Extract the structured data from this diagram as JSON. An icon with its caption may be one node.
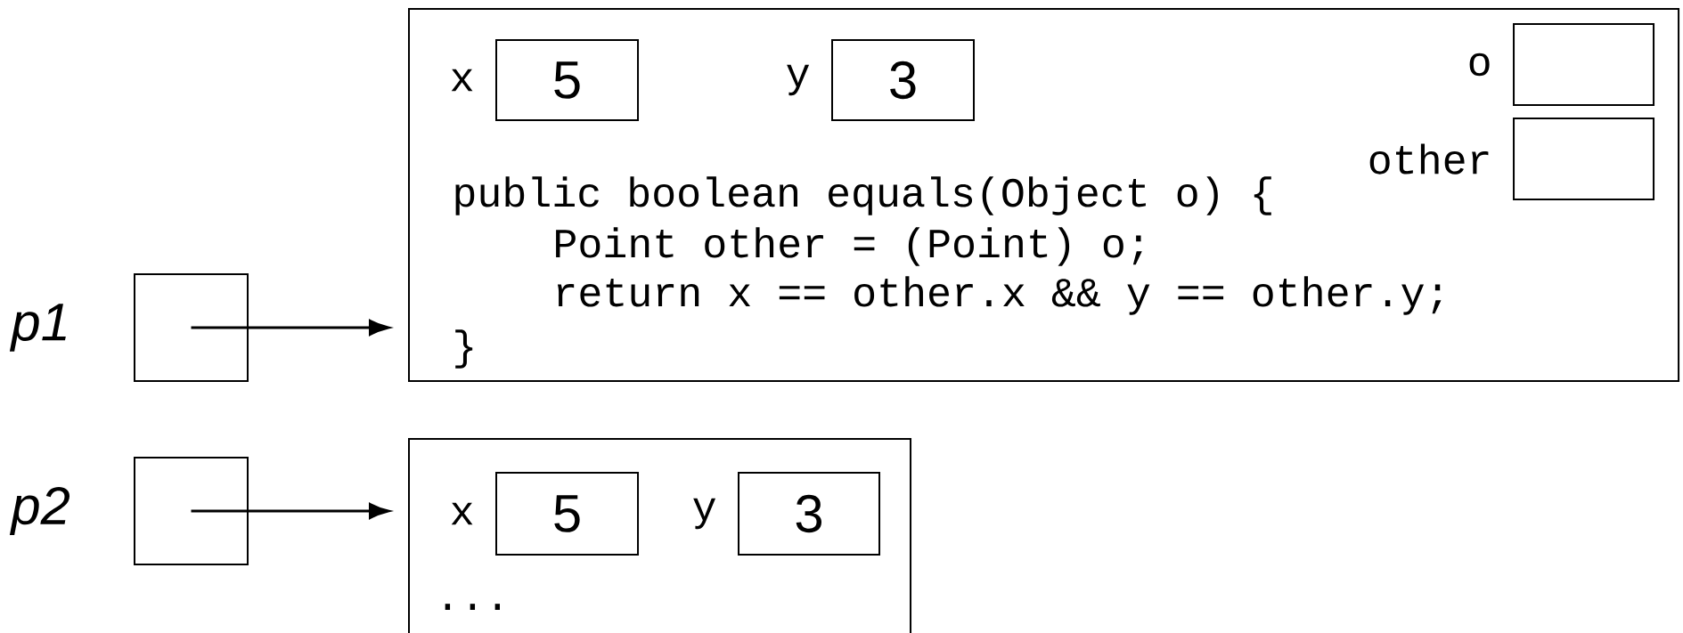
{
  "diagram": {
    "nodes": [
      {
        "text": [
          "public boolean equals(Object o) {",
          "Point other = (Point) o;",
          "return x == other.x && y == other.y;",
          "}"
        ]
      },
      {
        "text": [
          "5"
        ],
        "in": 0,
        "beside": [
          "x"
        ]
      },
      {
        "text": [
          "3"
        ],
        "in": 0,
        "beside": [
          "y"
        ]
      },
      {
        "text": [],
        "shape": "box",
        "in": 0,
        "beside": [
          "o"
        ]
      },
      {
        "text": [],
        "shape": "box",
        "in": 0,
        "beside": [
          "other"
        ]
      },
      {
        "text": [],
        "shape": "box",
        "beside": [
          "p1"
        ]
      },
      {
        "text": [],
        "shape": "box",
        "beside": [
          "p2"
        ]
      },
      {
        "text": [
          "..."
        ]
      },
      {
        "text": [
          "5"
        ],
        "in": 7,
        "beside": [
          "x"
        ]
      },
      {
        "text": [
          "3"
        ],
        "in": 7,
        "beside": [
          "y"
        ]
      }
    ],
    "edges": [
      {
        "from": 5,
        "to": 0,
        "arrow": "to"
      },
      {
        "from": 6,
        "to": 7,
        "arrow": "to"
      }
    ]
  }
}
